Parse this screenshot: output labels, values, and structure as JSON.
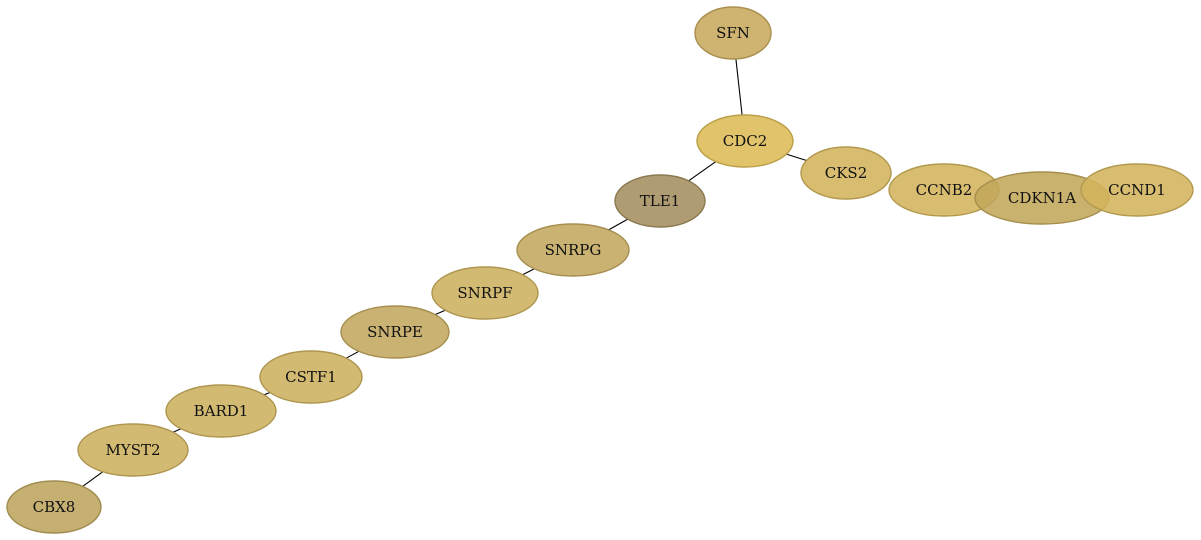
{
  "nodes": [
    {
      "id": "SFN",
      "label": "SFN",
      "fill": "#c7a95d"
    },
    {
      "id": "CDC2",
      "label": "CDC2",
      "fill": "#dcbb56"
    },
    {
      "id": "CKS2",
      "label": "CKS2",
      "fill": "#d3b45c"
    },
    {
      "id": "CCNB2",
      "label": "CCNB2",
      "fill": "#d3b45c"
    },
    {
      "id": "CDKN1A",
      "label": "CDKN1A",
      "fill": "#c2a65a"
    },
    {
      "id": "CCND1",
      "label": "CCND1",
      "fill": "#d3b45c"
    },
    {
      "id": "TLE1",
      "label": "TLE1",
      "fill": "#a48e5e"
    },
    {
      "id": "SNRPG",
      "label": "SNRPG",
      "fill": "#c3a75e"
    },
    {
      "id": "SNRPF",
      "label": "SNRPF",
      "fill": "#cdb05e"
    },
    {
      "id": "SNRPE",
      "label": "SNRPE",
      "fill": "#c3a75e"
    },
    {
      "id": "CSTF1",
      "label": "CSTF1",
      "fill": "#cdb05e"
    },
    {
      "id": "BARD1",
      "label": "BARD1",
      "fill": "#cdb05e"
    },
    {
      "id": "MYST2",
      "label": "MYST2",
      "fill": "#cdb05e"
    },
    {
      "id": "CBX8",
      "label": "CBX8",
      "fill": "#bda55e"
    }
  ],
  "edges": [
    [
      "SFN",
      "CDC2"
    ],
    [
      "CDC2",
      "CKS2"
    ],
    [
      "CDC2",
      "TLE1"
    ],
    [
      "TLE1",
      "SNRPG"
    ],
    [
      "SNRPG",
      "SNRPF"
    ],
    [
      "SNRPF",
      "SNRPE"
    ],
    [
      "SNRPE",
      "CSTF1"
    ],
    [
      "CSTF1",
      "BARD1"
    ],
    [
      "BARD1",
      "MYST2"
    ],
    [
      "MYST2",
      "CBX8"
    ]
  ]
}
